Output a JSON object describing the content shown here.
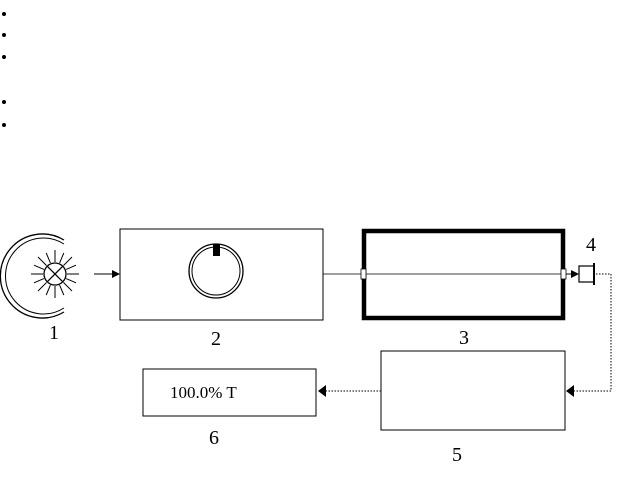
{
  "bullets": [
    "",
    "",
    "",
    "",
    ""
  ],
  "diagram": {
    "labels": {
      "source": "1",
      "monochromator": "2",
      "sample_cell": "3",
      "detector": "4",
      "processor": "5",
      "readout": "6"
    },
    "readout_text": "100.0% T"
  }
}
